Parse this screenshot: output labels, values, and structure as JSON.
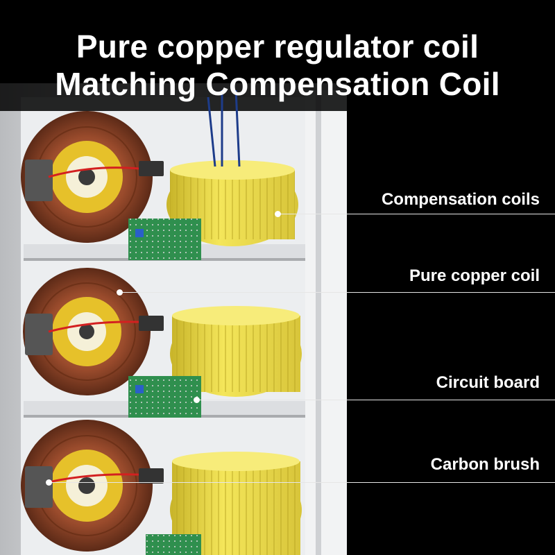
{
  "title": {
    "line1": "Pure copper regulator coil",
    "line2": "Matching Compensation Coil"
  },
  "callouts": [
    {
      "label": "Compensation coils",
      "icon": "pointer-dot-icon"
    },
    {
      "label": "Pure copper coil",
      "icon": "pointer-dot-icon"
    },
    {
      "label": "Circuit board",
      "icon": "pointer-dot-icon"
    },
    {
      "label": "Carbon brush",
      "icon": "pointer-dot-icon"
    }
  ],
  "colors": {
    "background": "#000000",
    "cabinet": "#d9dadc",
    "copper": "#9a4b2c",
    "yellow_coil": "#f0e14a",
    "circuit_board": "#2f8f4e",
    "text": "#ffffff"
  }
}
